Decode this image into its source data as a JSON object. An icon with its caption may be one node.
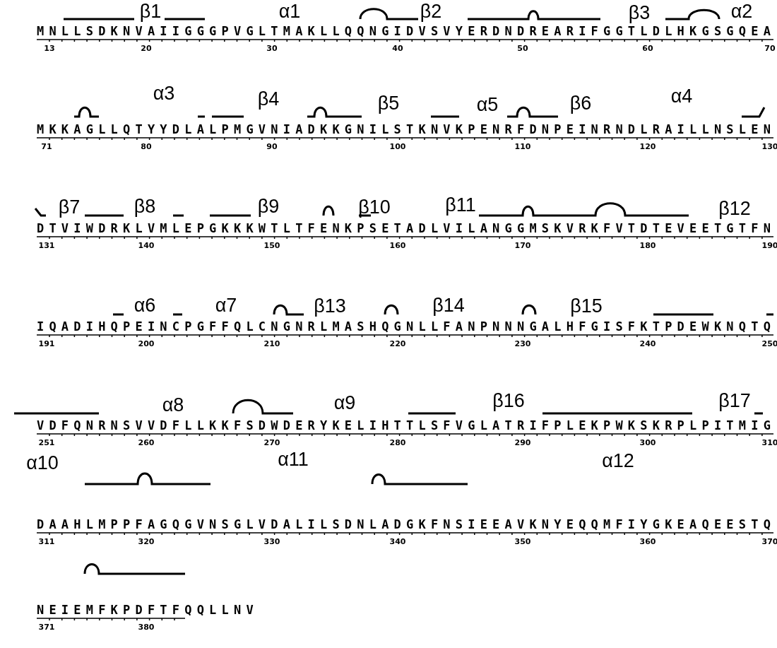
{
  "diagram": {
    "labels": [
      "β1",
      "α1",
      "β2",
      "β3",
      "α2",
      "MNLLSDKNVAIIGGGPVGLTMAKLLQQNGIDVSVYERDNDREARIFGGTLDLHKGSGQEA",
      "13",
      "20",
      "30",
      "40",
      "50",
      "60",
      "70",
      "α3",
      "β4",
      "β5",
      "α5",
      "β6",
      "α4",
      "MKKAGLLQTYYDLALPMGVNIADKKGNILSTKNVKPENRFDNPEINRNDLRAILLNSLEN",
      "71",
      "80",
      "90",
      "100",
      "110",
      "120",
      "130",
      "β7",
      "β8",
      "β9",
      "β10",
      "β11",
      "β12",
      "DTVIWDRKLVMLEPGKKKWTLTFENKPSETADLVILANGGMSKVRKFVTDTEVEETGTFN",
      "131",
      "140",
      "150",
      "160",
      "170",
      "180",
      "190",
      "α6",
      "α7",
      "β13",
      "β14",
      "β15",
      "IQADIHQPEINCPGFFQLCNGNRLMASHQGNLLFANPNNNGALHFGISFKTPDEWKNQTQ",
      "191",
      "200",
      "210",
      "220",
      "230",
      "240",
      "250",
      "α8",
      "α9",
      "β16",
      "β17",
      "VDFQNRNSVVDFLLKKFSDWDERYKELIHTTLSFVGLATRIFPLEKPWKSKRPLPITMIG",
      "251",
      "260",
      "270",
      "280",
      "290",
      "300",
      "310",
      "α10",
      "α11",
      "α12",
      "DAAHLMPPFAGQGVNSGLVDALILSDNLADGKFNSIEEAVKNYEQQMFIYGKEAQEESTQ",
      "311",
      "320",
      "330",
      "340",
      "350",
      "360",
      "370",
      "NEIEMFKPDFTFQQLLNV",
      "371",
      "380"
    ]
  }
}
